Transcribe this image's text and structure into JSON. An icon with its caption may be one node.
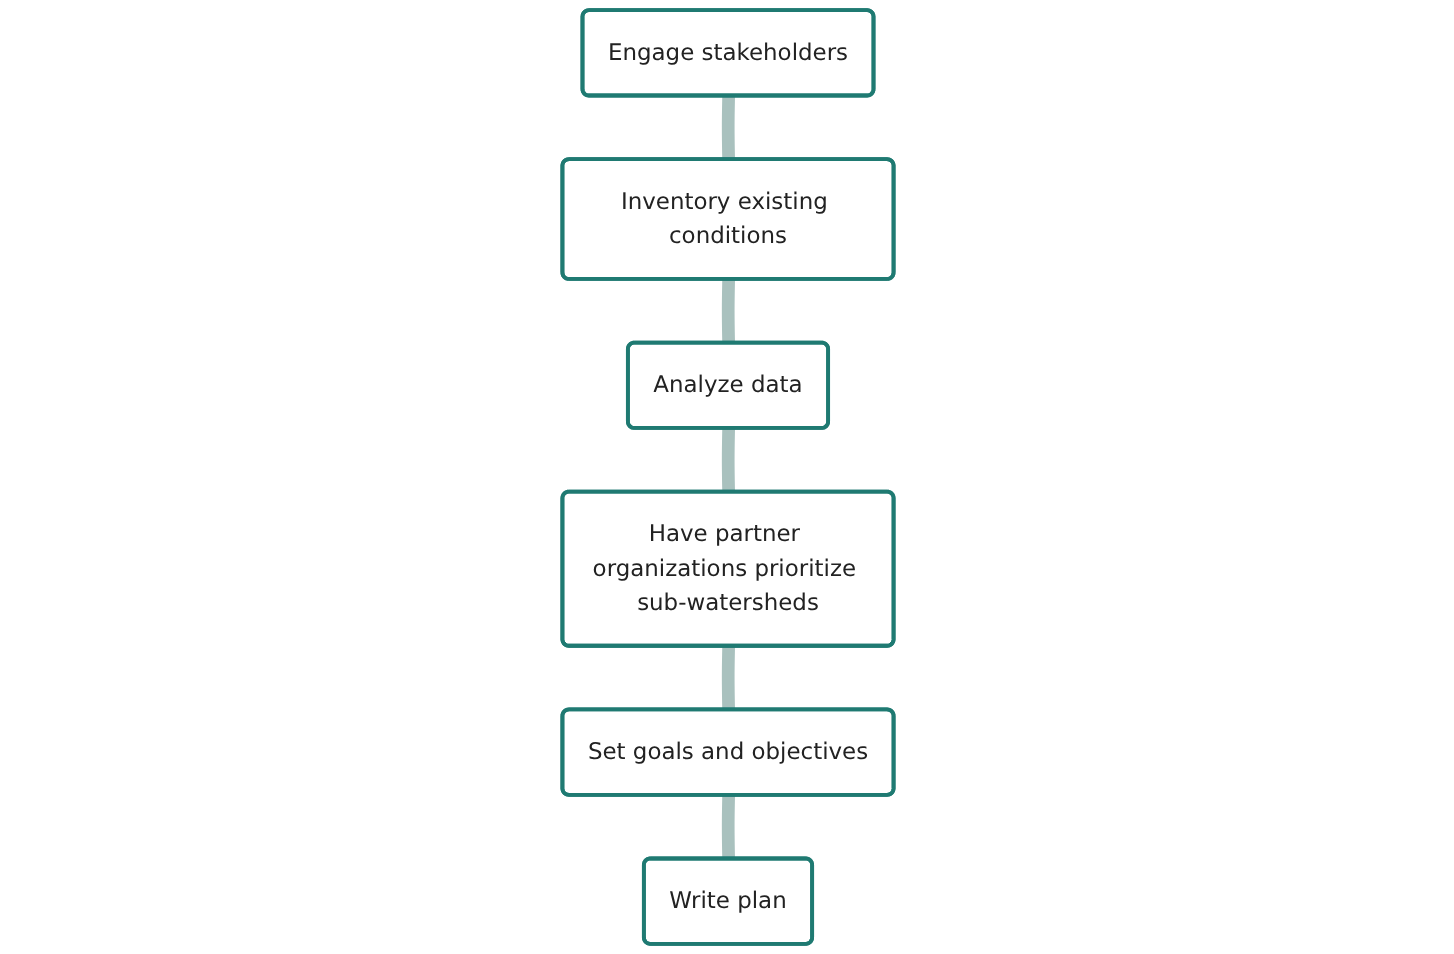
{
  "diagram": {
    "nodes": [
      {
        "text": [
          "Engage stakeholders"
        ]
      },
      {
        "text": [
          "Write plan"
        ]
      },
      {
        "text": [
          "Inventory existing conditions"
        ]
      },
      {
        "text": [
          "Set goals and objectives"
        ]
      },
      {
        "text": [
          "Analyze data"
        ]
      },
      {
        "text": [
          "Have partner organizations prioritize sub-watersheds"
        ]
      }
    ],
    "edges": [
      {
        "from": 0,
        "to": 2,
        "arrow": "none"
      },
      {
        "from": 2,
        "to": 4,
        "arrow": "none"
      },
      {
        "from": 4,
        "to": 5,
        "arrow": "none"
      },
      {
        "from": 5,
        "to": 3,
        "arrow": "none"
      },
      {
        "from": 3,
        "to": 1,
        "arrow": "none"
      }
    ]
  }
}
